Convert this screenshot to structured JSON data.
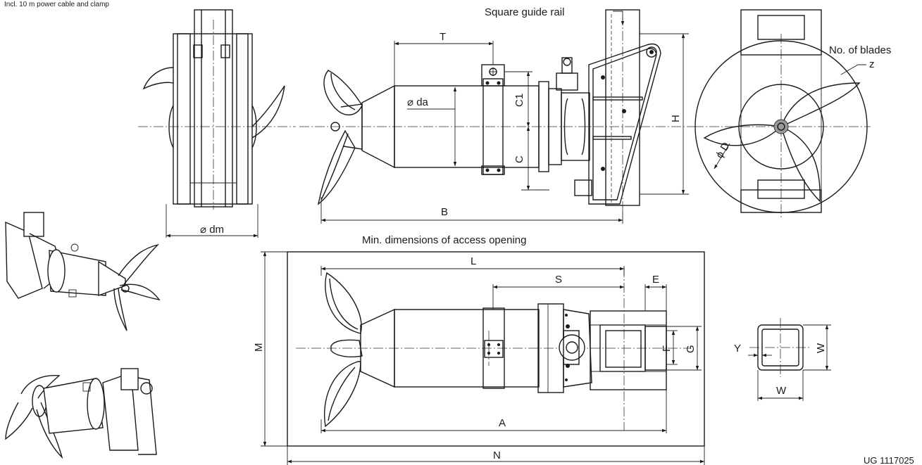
{
  "notes": {
    "top_left": "Incl. 10 m power cable and clamp",
    "bottom_right": "UG 1117025"
  },
  "callouts": {
    "rail": "Square guide rail",
    "blades": "No. of blades",
    "access": "Min. dimensions of access opening"
  },
  "dims": {
    "T": "T",
    "da": "⌀ da",
    "C1": "C1",
    "C": "C",
    "H": "H",
    "B": "B",
    "dm": "⌀ dm",
    "D": "ϕ D",
    "z": "z",
    "L": "L",
    "S": "S",
    "E": "E",
    "F": "F",
    "G": "G",
    "M": "M",
    "A": "A",
    "N": "N",
    "Y": "Y",
    "W_side": "W",
    "W_bottom": "W"
  }
}
